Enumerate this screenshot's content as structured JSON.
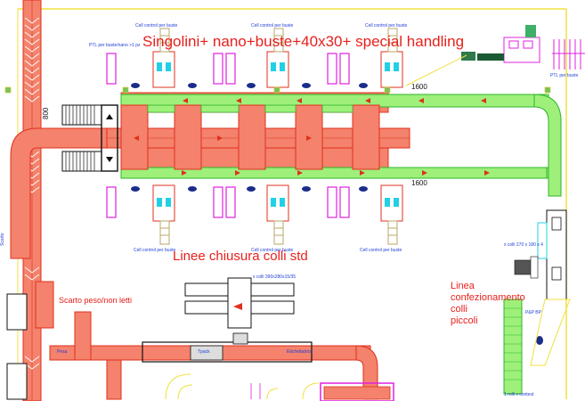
{
  "diagram": {
    "title_main": "Singolini+ nano+buste+40x30+ special handling",
    "title_lines": "Linee chiusura colli std",
    "label_scarto": "Scarto peso/non letti",
    "label_linea": "Linea\nconfezionamento\ncolli\npiccoli",
    "dim_1600_top": "1600",
    "dim_1600_bottom": "1600",
    "dim_800": "800",
    "label_ptl_left": "PTL per buste/nano >1 pz",
    "label_ptl_right": "PTL per buste",
    "label_cell_top": "Cell control per buste",
    "label_cell_bottom": "Cell control per buste",
    "label_xcolli_mid": "x colli 390x280x15/35",
    "label_xcolli_right": "x colli 270 x 180 x 4",
    "label_pesa": "Pesa",
    "label_tpack": "Tpack",
    "label_etichettatrice": "Etichettatrice",
    "label_pp": "P&P BP",
    "label_rolls": "1 rolli x contest",
    "label_scarto_side": "Scarto",
    "colors": {
      "conveyor_red": "#f4826c",
      "conveyor_red_stroke": "#e0301e",
      "conveyor_green": "#9ef07a",
      "conveyor_green_stroke": "#2fb52a",
      "magenta": "#e020e0",
      "cyan": "#22d0e6",
      "yellow": "#f0e040",
      "text_red": "#e8201c",
      "text_blue": "#1f3fd6"
    }
  }
}
